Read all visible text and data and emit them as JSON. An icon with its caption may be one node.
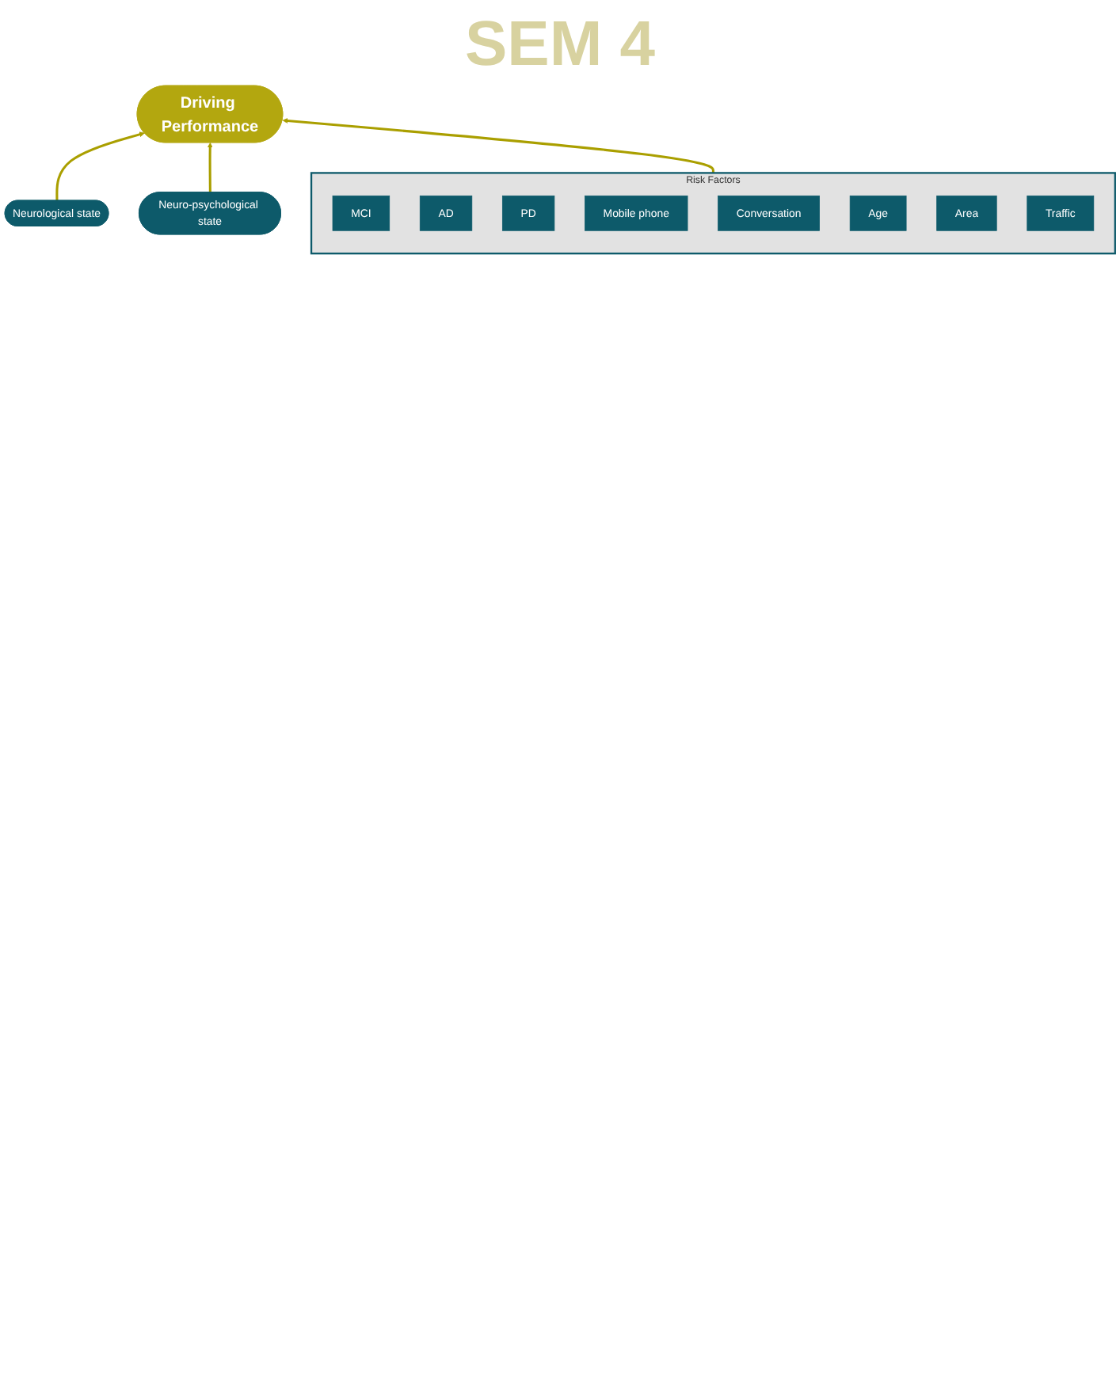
{
  "diagram": {
    "nodes": [
      {
        "text": [
          "Driving Performance"
        ]
      },
      {
        "text": [
          "Neurological state"
        ]
      },
      {
        "text": [
          "Neuro-psychological state"
        ]
      },
      {
        "text": [
          "Risk Factors"
        ]
      },
      {
        "text": [
          "MCI"
        ],
        "in": 3
      },
      {
        "text": [
          "AD"
        ],
        "in": 3
      },
      {
        "text": [
          "PD"
        ],
        "in": 3
      },
      {
        "text": [
          "Mobile phone"
        ],
        "in": 3
      },
      {
        "text": [
          "Conversation"
        ],
        "in": 3
      },
      {
        "text": [
          "Age"
        ],
        "in": 3
      },
      {
        "text": [
          "Area"
        ],
        "in": 3
      },
      {
        "text": [
          "Traffic"
        ],
        "in": 3
      }
    ],
    "edges": [
      {
        "from": 1,
        "to": 0,
        "arrow": "to"
      },
      {
        "from": 3,
        "to": 0,
        "arrow": "to"
      },
      {
        "from": 2,
        "to": 0,
        "arrow": "to"
      }
    ],
    "labels": [
      "SEM 4"
    ]
  }
}
